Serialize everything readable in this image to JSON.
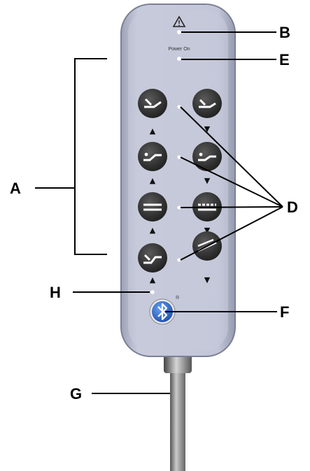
{
  "diagram": {
    "remote": {
      "warning_icon": "warning-triangle-icon",
      "power_label": "Power On",
      "bluetooth_icon": "bluetooth-icon",
      "registered_mark": "®",
      "up_arrow": "▲",
      "down_arrow": "▼",
      "button_rows": [
        {
          "up_icon": "head-raise-icon",
          "down_icon": "head-lower-icon"
        },
        {
          "up_icon": "foot-raise-icon",
          "down_icon": "foot-lower-icon"
        },
        {
          "up_icon": "bed-raise-icon",
          "down_icon": "bed-lower-icon"
        },
        {
          "up_icon": "tilt-raise-icon",
          "down_icon": "tilt-lower-icon"
        }
      ]
    },
    "callouts": {
      "A": "A",
      "B": "B",
      "D": "D",
      "E": "E",
      "F": "F",
      "G": "G",
      "H": "H"
    },
    "colors": {
      "body": "#b7bbcf",
      "face": "#c4c7da",
      "button": "#3a3a3a",
      "bluetooth": "#2f6fd1"
    }
  }
}
